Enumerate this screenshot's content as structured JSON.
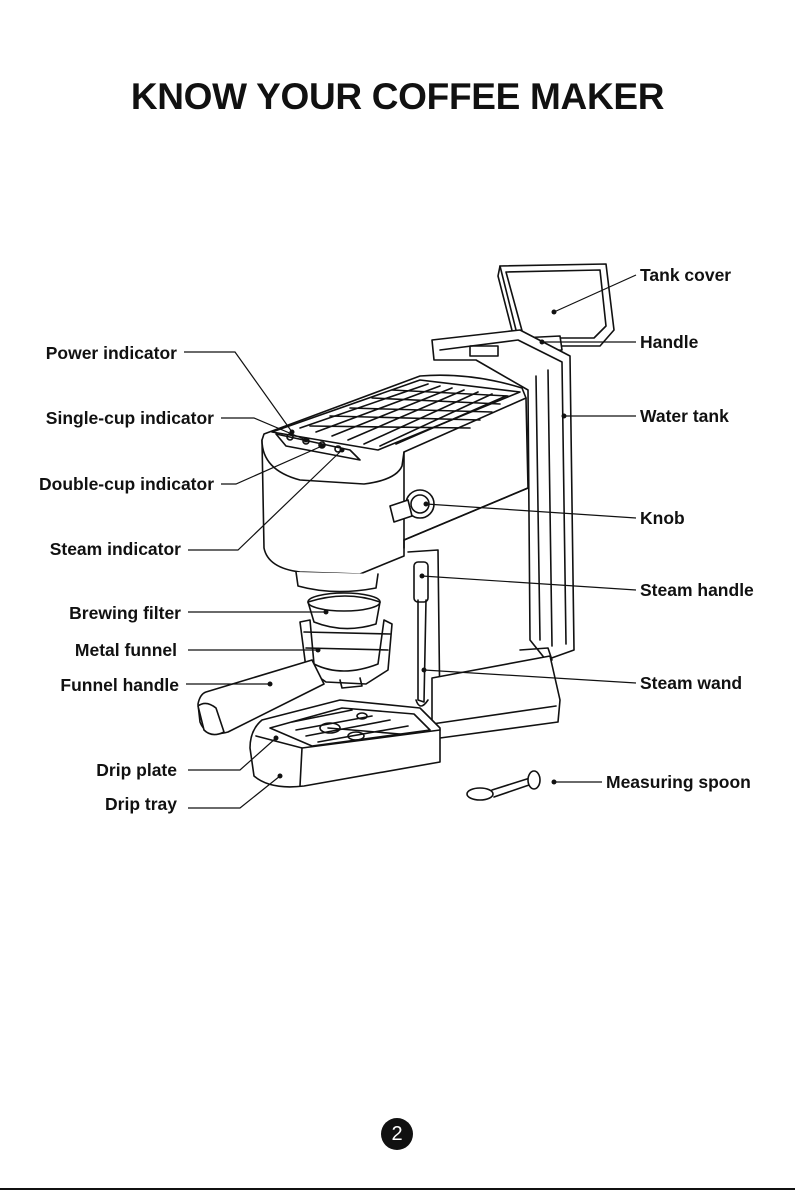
{
  "title": "KNOW YOUR COFFEE MAKER",
  "labels": {
    "tank_cover": "Tank cover",
    "handle": "Handle",
    "water_tank": "Water tank",
    "knob": "Knob",
    "steam_handle": "Steam handle",
    "steam_wand": "Steam wand",
    "measuring_spoon": "Measuring spoon",
    "power_indicator": "Power indicator",
    "single_cup_indicator": "Single-cup indicator",
    "double_cup_indicator": "Double-cup indicator",
    "steam_indicator": "Steam indicator",
    "brewing_filter": "Brewing filter",
    "metal_funnel": "Metal funnel",
    "funnel_handle": "Funnel handle",
    "drip_plate": "Drip plate",
    "drip_tray": "Drip tray"
  },
  "page_number": "2"
}
